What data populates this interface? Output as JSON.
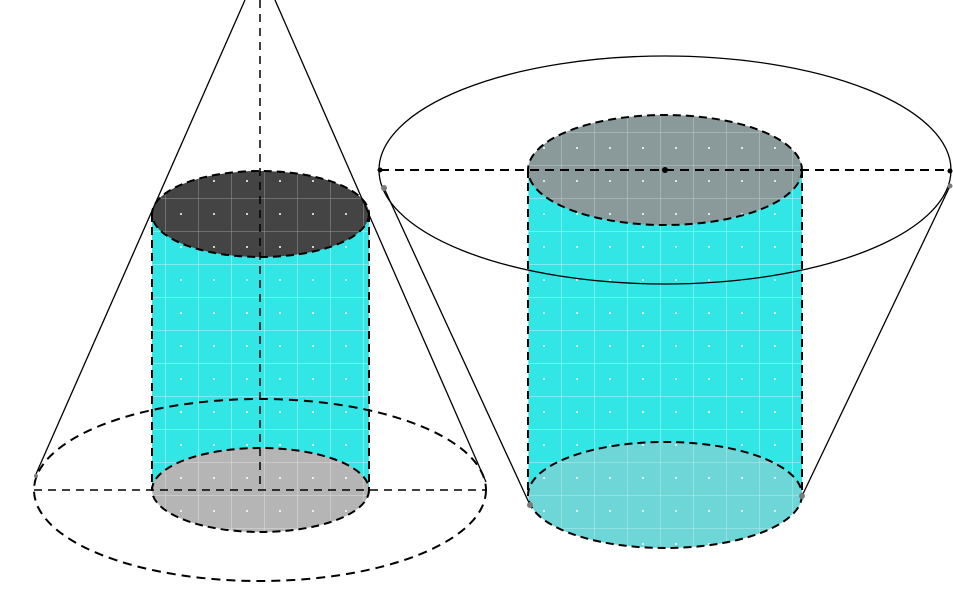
{
  "colors": {
    "background": "#ffffff",
    "stroke": "#000000",
    "cylinder_fill": "#33e6e6",
    "grid_line": "#bff5f5",
    "grid_dot": "#ffffff",
    "top_disk_left": "#444444",
    "bottom_disk_left": "#b5b5b5",
    "top_disk_right": "#8a9a9a",
    "bottom_disk_right": "#6ed6d6",
    "point_gray": "#7a7a7a"
  },
  "figures": [
    {
      "name": "cone-with-inscribed-cylinder",
      "solid": "cone",
      "orientation": "apex-up"
    },
    {
      "name": "inverted-frustum-with-inscribed-cylinder",
      "solid": "frustum",
      "orientation": "wide-top"
    }
  ]
}
